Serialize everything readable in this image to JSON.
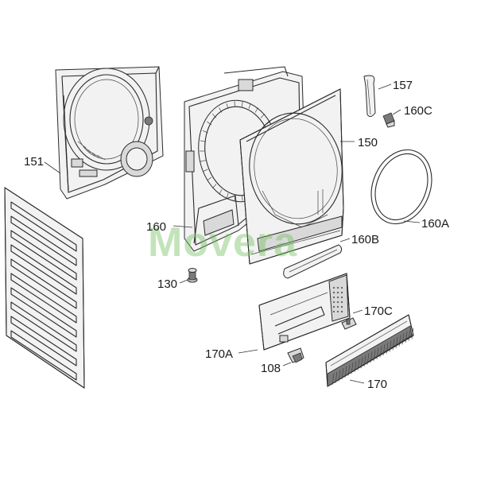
{
  "watermark": "Movera",
  "callouts": {
    "c151": "151",
    "c157": "157",
    "c160C_top": "160C",
    "c150": "150",
    "c160": "160",
    "c160A": "160A",
    "c160B": "160B",
    "c130": "130",
    "c170C": "170C",
    "c170A": "170A",
    "c108": "108",
    "c170": "170"
  }
}
